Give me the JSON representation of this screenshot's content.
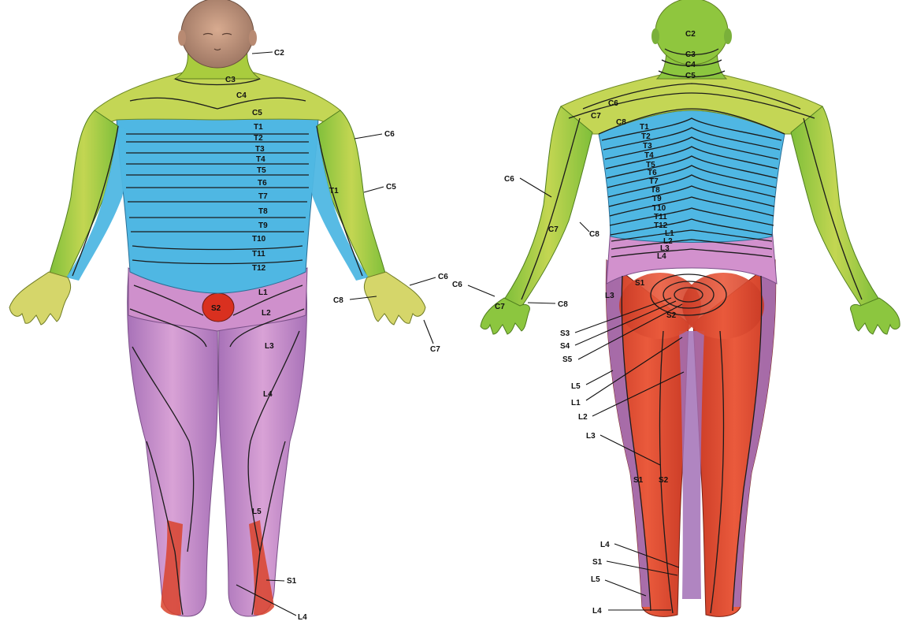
{
  "colors": {
    "cervical": "#8cc63f",
    "cervical_light": "#c9d95a",
    "thoracic": "#4bb6e4",
    "lumbar": "#c98ac9",
    "lumbar_dark": "#9a68b8",
    "sacral": "#e0442d",
    "skin": "#c99a80",
    "line": "#1b1b1b"
  },
  "front": {
    "labels": {
      "C2": "C2",
      "C3": "C3",
      "C4": "C4",
      "C5": "C5",
      "T1": "T1",
      "T2": "T2",
      "T3": "T3",
      "T4": "T4",
      "T5": "T5",
      "T6": "T6",
      "T7": "T7",
      "T8": "T8",
      "T9": "T9",
      "T10": "T10",
      "T11": "T11",
      "T12": "T12",
      "arm_C6": "C6",
      "arm_C5": "C5",
      "arm_T1": "T1",
      "hand_C6": "C6",
      "hand_C8": "C8",
      "hand_C7": "C7",
      "L1": "L1",
      "L2": "L2",
      "L3": "L3",
      "L4": "L4",
      "L5": "L5",
      "S2": "S2",
      "S1": "S1",
      "foot_L4": "L4"
    }
  },
  "back": {
    "labels": {
      "C2": "C2",
      "C3": "C3",
      "C4": "C4",
      "C5": "C5",
      "C6": "C6",
      "C7": "C7",
      "C8": "C8",
      "T1": "T1",
      "T2": "T2",
      "T3": "T3",
      "T4": "T4",
      "T5": "T5",
      "T6": "T6",
      "T7": "T7",
      "T8": "T8",
      "T9": "T9",
      "T10": "T10",
      "T11": "T11",
      "T12": "T12",
      "L1": "L1",
      "L2": "L2",
      "L3": "L3",
      "L4": "L4",
      "arm_C6": "C6",
      "arm_C7": "C7",
      "arm_C8": "C8",
      "hand_C6": "C6",
      "hand_C7": "C7",
      "hand_C8": "C8",
      "S1": "S1",
      "S2": "S2",
      "S3": "S3",
      "S4": "S4",
      "S5": "S5",
      "hip_L3": "L3",
      "leg_L5": "L5",
      "leg_L1": "L1",
      "leg_L2": "L2",
      "leg_L3": "L3",
      "calf_S1": "S1",
      "calf_S2": "S2",
      "foot_L4": "L4",
      "foot_S1": "S1",
      "foot_L5": "L5",
      "heel_L4": "L4"
    }
  }
}
